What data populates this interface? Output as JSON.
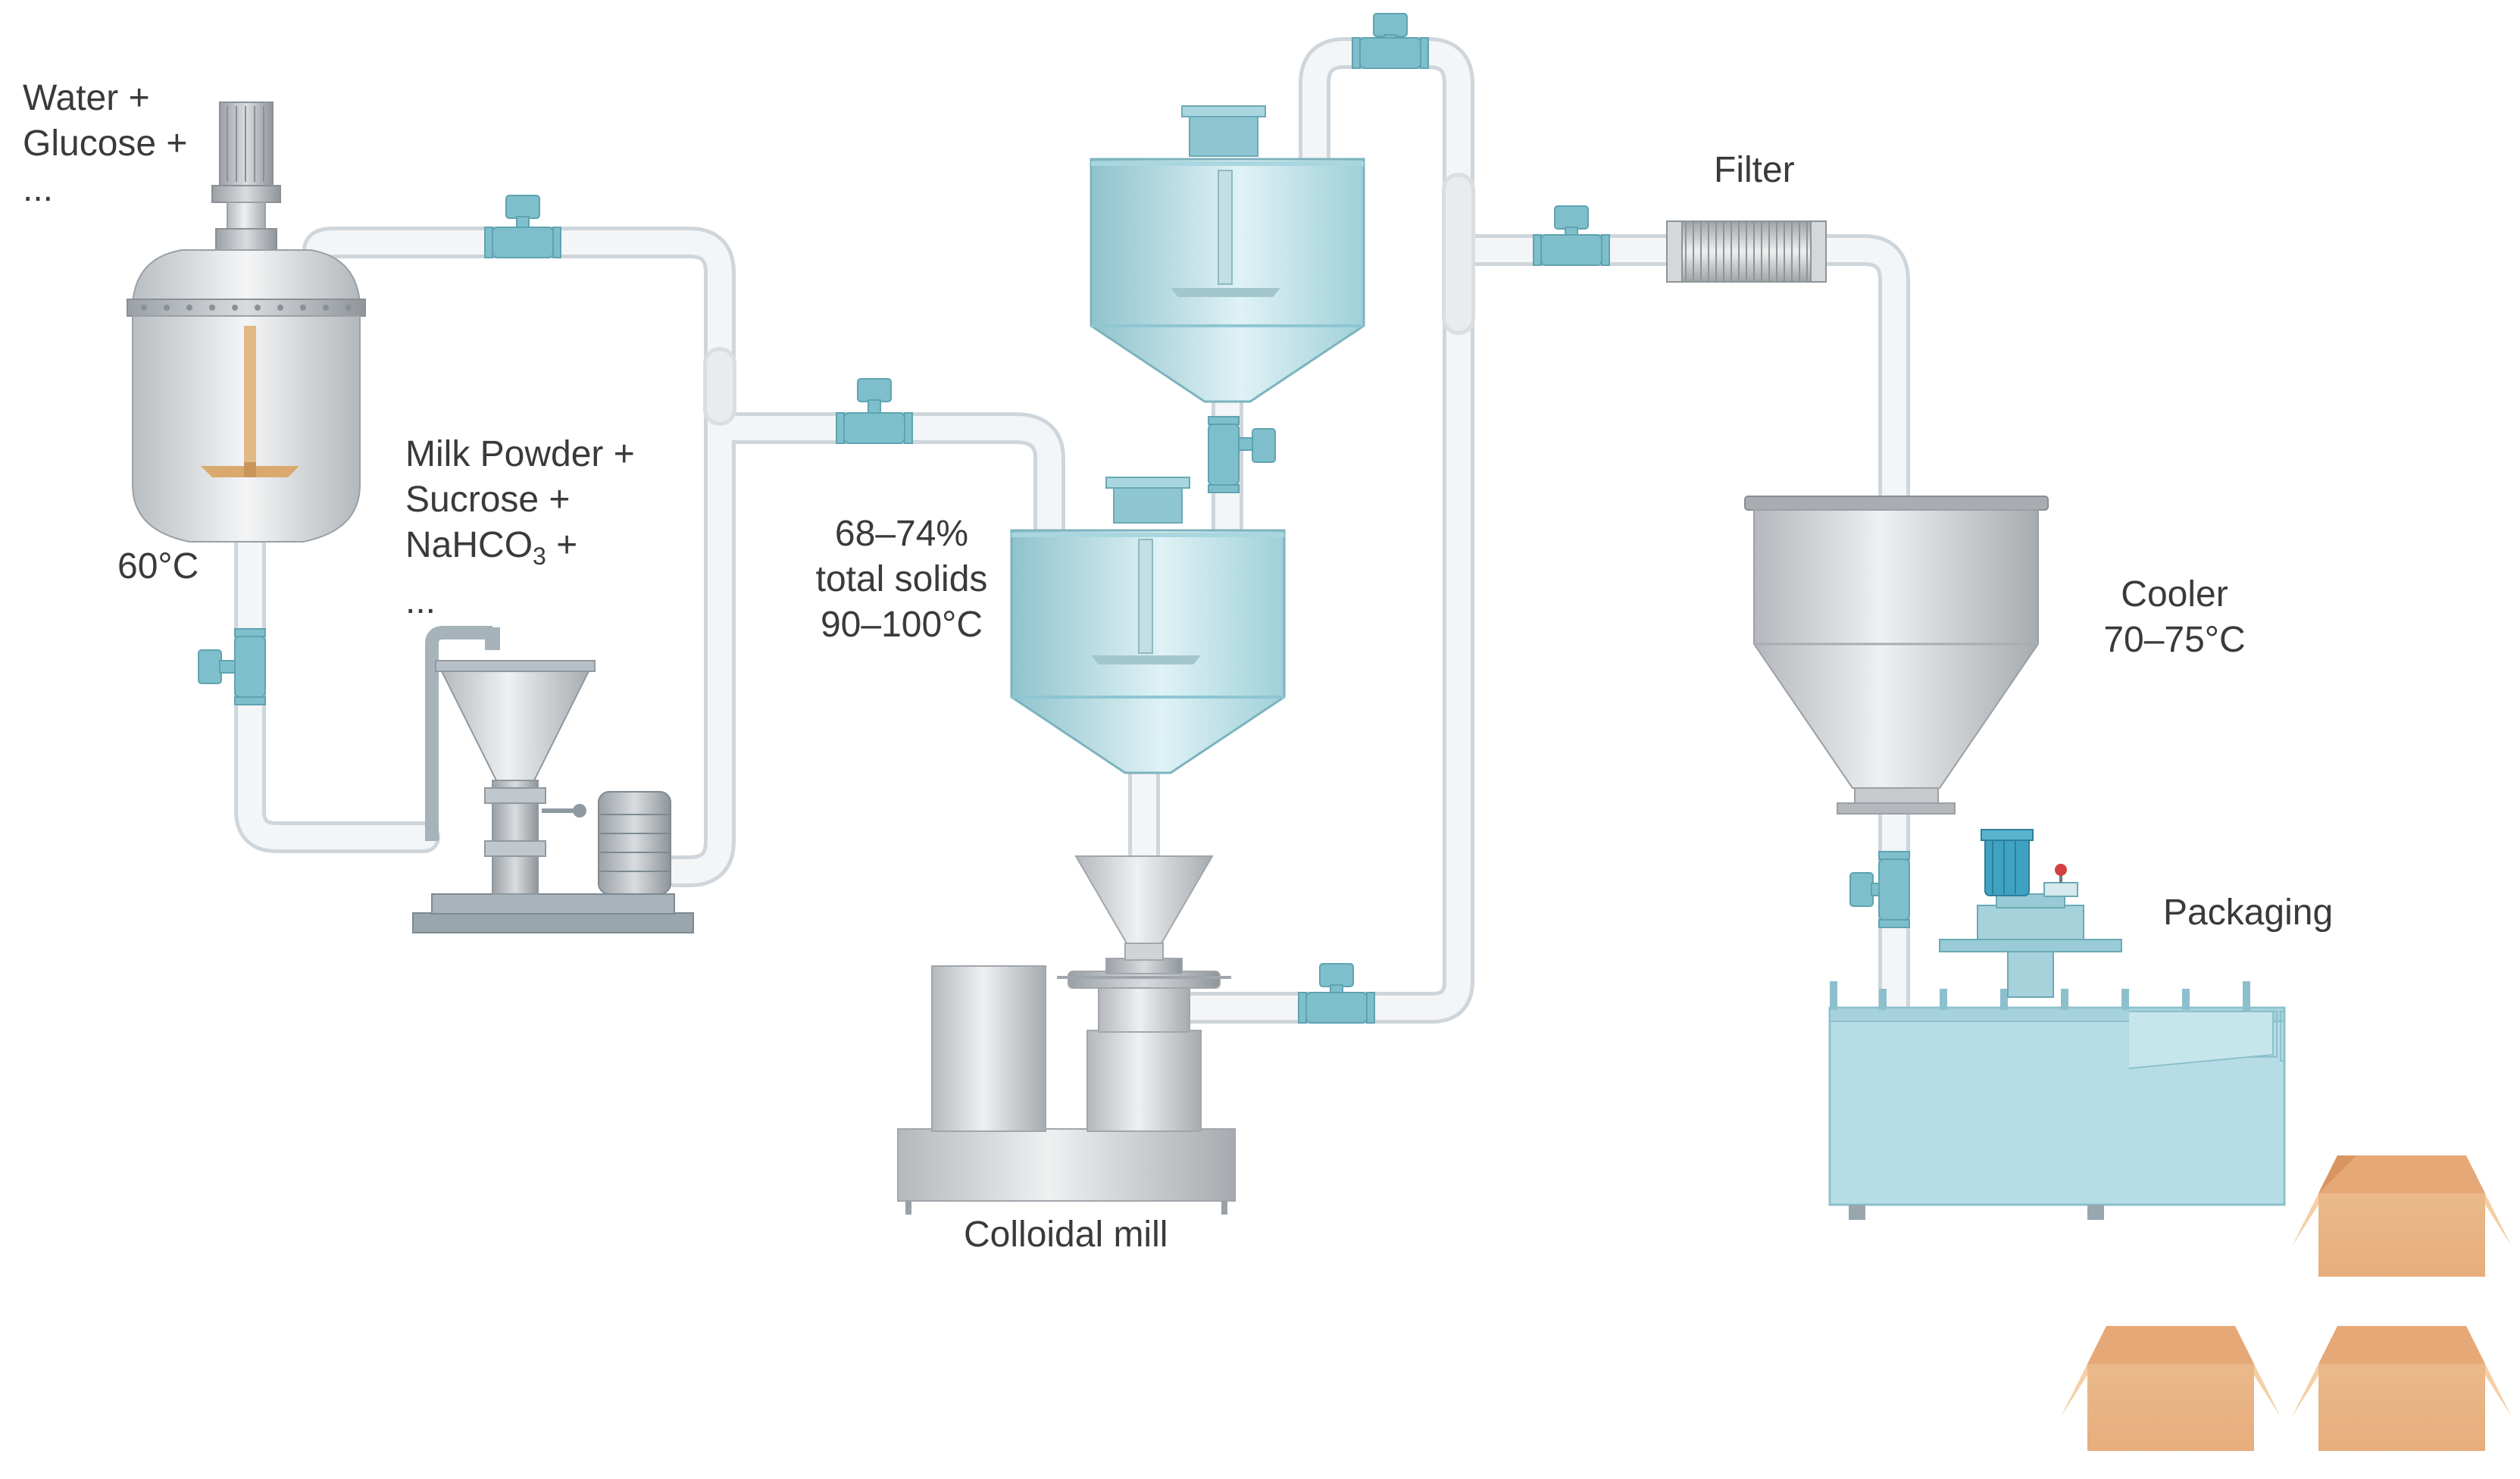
{
  "labels": {
    "input1": {
      "line1": "Water +",
      "line2": "Glucose +",
      "line3": "..."
    },
    "reactor_temp": "60°C",
    "input2": {
      "line1": "Milk Powder +",
      "line2": "Sucrose +",
      "line3a": "NaHCO",
      "line3sub": "3",
      "line3b": " +",
      "line4": "..."
    },
    "evaporator": {
      "line1": "68–74%",
      "line2": "total solids",
      "line3": "90–100°C"
    },
    "colloidal_mill": "Colloidal mill",
    "filter": "Filter",
    "cooler": {
      "line1": "Cooler",
      "line2": "70–75°C"
    },
    "packaging": "Packaging"
  },
  "colors": {
    "pipe": "#f2f4f6",
    "pipe_edge": "#cfd6db",
    "valve": "#7fbfcc",
    "tank_blue": "#bfe2e8",
    "steel": "#c8cbce",
    "agitator": "#e2b985",
    "box": "#f1bf8c",
    "packaging_machine": "#b6dde6"
  }
}
